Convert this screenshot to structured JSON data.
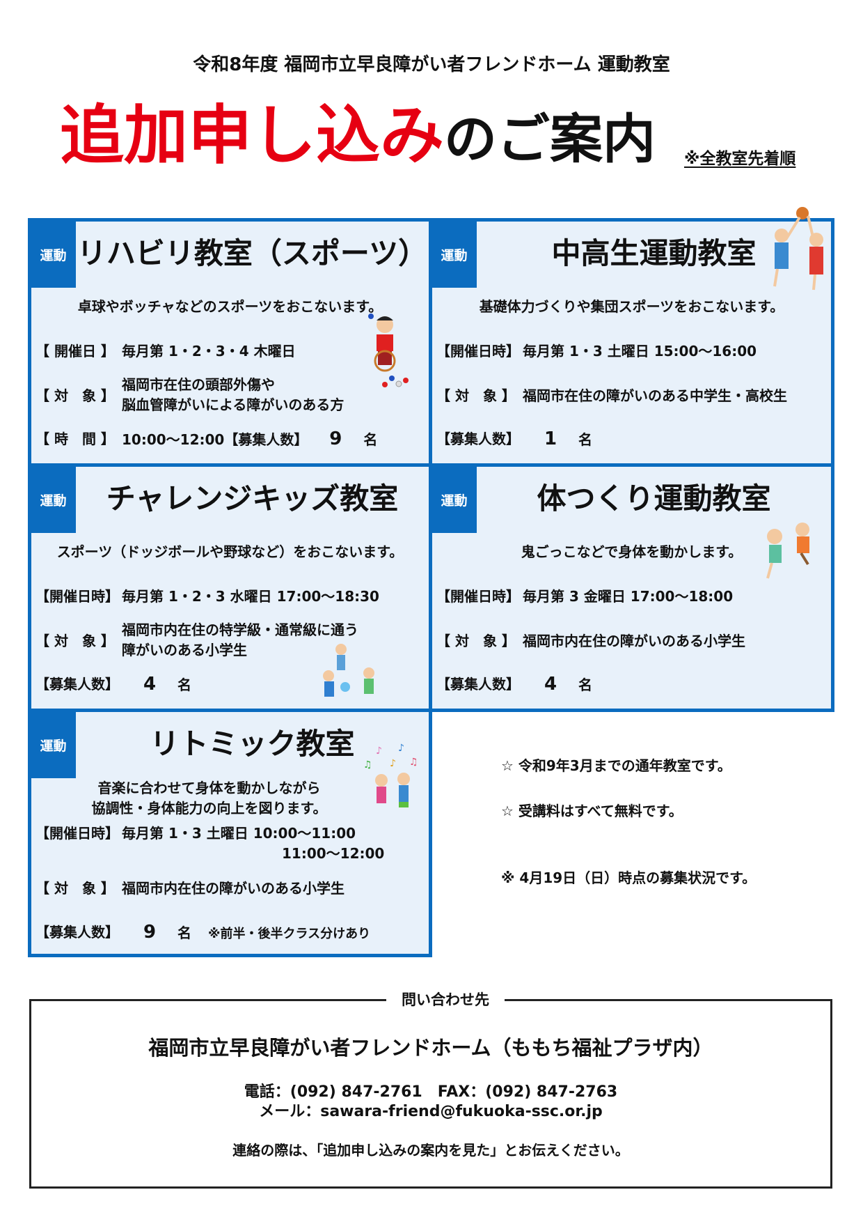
{
  "header": "令和8年度 福岡市立早良障がい者フレンドホーム 運動教室",
  "title": {
    "red": "追加申し込み",
    "black": "のご案内"
  },
  "note_top": "※全教室先着順",
  "tag": "運動",
  "classes": [
    {
      "title": "リハビリ教室（スポーツ）",
      "desc": "卓球やボッチャなどのスポーツをおこないます。",
      "rows": [
        {
          "label": "【 開催日 】",
          "value": "毎月第 1・2・3・4 木曜日"
        },
        {
          "label": "【 対　象 】",
          "value1": "福岡市在住の頭部外傷や",
          "value2": "脳血管障がいによる障がいのある方"
        },
        {
          "label": "【 時　間 】",
          "value": "10:00〜12:00【募集人数】",
          "count": "9",
          "unit": "名"
        }
      ]
    },
    {
      "title": "中高生運動教室",
      "desc": "基礎体力づくりや集団スポーツをおこないます。",
      "rows": [
        {
          "label": "【開催日時】",
          "value": "毎月第 1・3 土曜日 15:00〜16:00"
        },
        {
          "label": "【 対　象 】",
          "value": "福岡市在住の障がいのある中学生・高校生"
        },
        {
          "label": "【募集人数】",
          "count": "1",
          "unit": "名"
        }
      ]
    },
    {
      "title": "チャレンジキッズ教室",
      "desc": "スポーツ（ドッジボールや野球など）をおこないます。",
      "rows": [
        {
          "label": "【開催日時】",
          "value": "毎月第 1・2・3 水曜日 17:00〜18:30"
        },
        {
          "label": "【 対　象 】",
          "value1": "福岡市内在住の特学級・通常級に通う",
          "value2": "障がいのある小学生"
        },
        {
          "label": "【募集人数】",
          "count": "4",
          "unit": "名"
        }
      ]
    },
    {
      "title": "体つくり運動教室",
      "desc": "鬼ごっこなどで身体を動かします。",
      "rows": [
        {
          "label": "【開催日時】",
          "value": "毎月第 3 金曜日 17:00〜18:00"
        },
        {
          "label": "【 対　象 】",
          "value": "福岡市内在住の障がいのある小学生"
        },
        {
          "label": "【募集人数】",
          "count": "4",
          "unit": "名"
        }
      ]
    },
    {
      "title": "リトミック教室",
      "desc1": "音楽に合わせて身体を動かしながら",
      "desc2": "協調性・身体能力の向上を図ります。",
      "rows": [
        {
          "label": "【開催日時】",
          "value": "毎月第 1・3 土曜日 10:00〜11:00",
          "value2": "11:00〜12:00"
        },
        {
          "label": "【 対　象 】",
          "value": "福岡市内在住の障がいのある小学生"
        },
        {
          "label": "【募集人数】",
          "count": "9",
          "unit": "名",
          "extra": "※前半・後半クラス分けあり"
        }
      ]
    }
  ],
  "notes": [
    "☆ 令和9年3月までの通年教室です。",
    "☆ 受講料はすべて無料です。",
    "※ 4月19日（日）時点の募集状況です。"
  ],
  "contact": {
    "heading": "問い合わせ先",
    "name": "福岡市立早良障がい者フレンドホーム（ももち福祉プラザ内）",
    "phone": "電話：(092) 847-2761　FAX：(092) 847-2763",
    "email": "メール：sawara-friend@fukuoka-ssc.or.jp",
    "message": "連絡の際は、「追加申し込みの案内を見た」とお伝えください。"
  },
  "colors": {
    "accent": "#0b6cbf",
    "title_red": "#e60012",
    "cell_bg": "#e8f1fa"
  }
}
